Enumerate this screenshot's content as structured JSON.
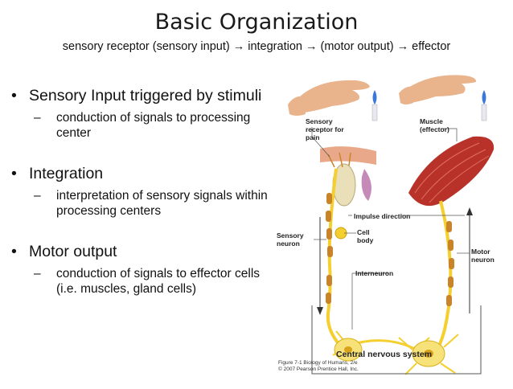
{
  "slide": {
    "title": "Basic Organization",
    "subtitle": "sensory receptor (sensory input) → integration  → (motor output) → effector"
  },
  "bullets": [
    {
      "text": "Sensory Input triggered by stimuli",
      "sub": [
        "conduction of signals to processing center"
      ]
    },
    {
      "text": "Integration",
      "sub": [
        "interpretation of sensory signals within processing centers"
      ]
    },
    {
      "text": "Motor output",
      "sub": [
        "conduction of signals to effector cells (i.e. muscles, gland cells)"
      ]
    }
  ],
  "figure": {
    "labels": {
      "sensory_receptor": "Sensory receptor for pain",
      "muscle": "Muscle (effector)",
      "impulse": "Impulse direction",
      "sensory_neuron": "Sensory neuron",
      "cell_body": "Cell body",
      "motor_neuron": "Motor neuron",
      "interneuron": "Interneuron",
      "cns": "Central nervous system"
    },
    "credit": {
      "line1": "Figure 7-1 Biology of Humans, 2/e",
      "line2": "© 2007 Pearson Prentice Hall, Inc."
    },
    "colors": {
      "skin": "#e9b48c",
      "muscle": "#b8322a",
      "axon": "#f4cf2e",
      "myelin": "#c9842a",
      "flame": "#3b78d8"
    }
  }
}
